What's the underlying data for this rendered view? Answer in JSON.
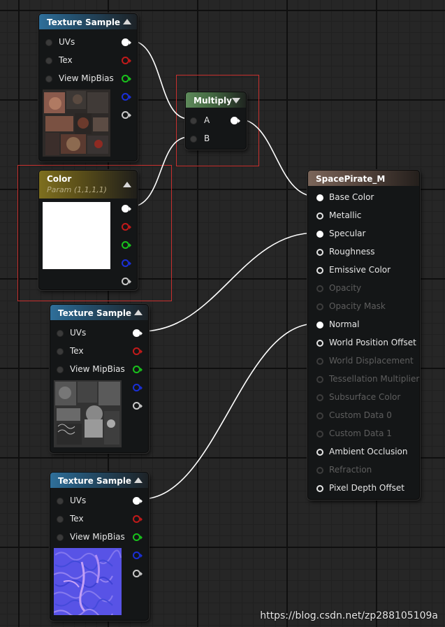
{
  "texture_nodes": [
    {
      "title": "Texture Sample",
      "pins": [
        "UVs",
        "Tex",
        "View MipBias"
      ]
    },
    {
      "title": "Texture Sample",
      "pins": [
        "UVs",
        "Tex",
        "View MipBias"
      ]
    },
    {
      "title": "Texture Sample",
      "pins": [
        "UVs",
        "Tex",
        "View MipBias"
      ]
    }
  ],
  "multiply_node": {
    "title": "Multiply",
    "pins": [
      "A",
      "B"
    ]
  },
  "color_node": {
    "title": "Color",
    "subtitle": "Param (1,1,1,1)"
  },
  "material_node": {
    "title": "SpacePirate_M",
    "inputs": [
      {
        "label": "Base Color",
        "state": "connected"
      },
      {
        "label": "Metallic",
        "state": "enabled"
      },
      {
        "label": "Specular",
        "state": "connected"
      },
      {
        "label": "Roughness",
        "state": "enabled"
      },
      {
        "label": "Emissive Color",
        "state": "enabled"
      },
      {
        "label": "Opacity",
        "state": "disabled"
      },
      {
        "label": "Opacity Mask",
        "state": "disabled"
      },
      {
        "label": "Normal",
        "state": "connected"
      },
      {
        "label": "World Position Offset",
        "state": "enabled"
      },
      {
        "label": "World Displacement",
        "state": "disabled"
      },
      {
        "label": "Tessellation Multiplier",
        "state": "disabled"
      },
      {
        "label": "Subsurface Color",
        "state": "disabled"
      },
      {
        "label": "Custom Data 0",
        "state": "disabled"
      },
      {
        "label": "Custom Data 1",
        "state": "disabled"
      },
      {
        "label": "Ambient Occlusion",
        "state": "enabled"
      },
      {
        "label": "Refraction",
        "state": "disabled"
      },
      {
        "label": "Pixel Depth Offset",
        "state": "enabled"
      }
    ]
  },
  "colors": {
    "wire": "#ffffff",
    "selection": "#c8302e",
    "pin_red": "#c11a1a",
    "pin_green": "#19c21c",
    "pin_blue": "#1a2fd6",
    "color_swatch": "#ffffff"
  },
  "watermark": "https://blog.csdn.net/zp288105109a"
}
